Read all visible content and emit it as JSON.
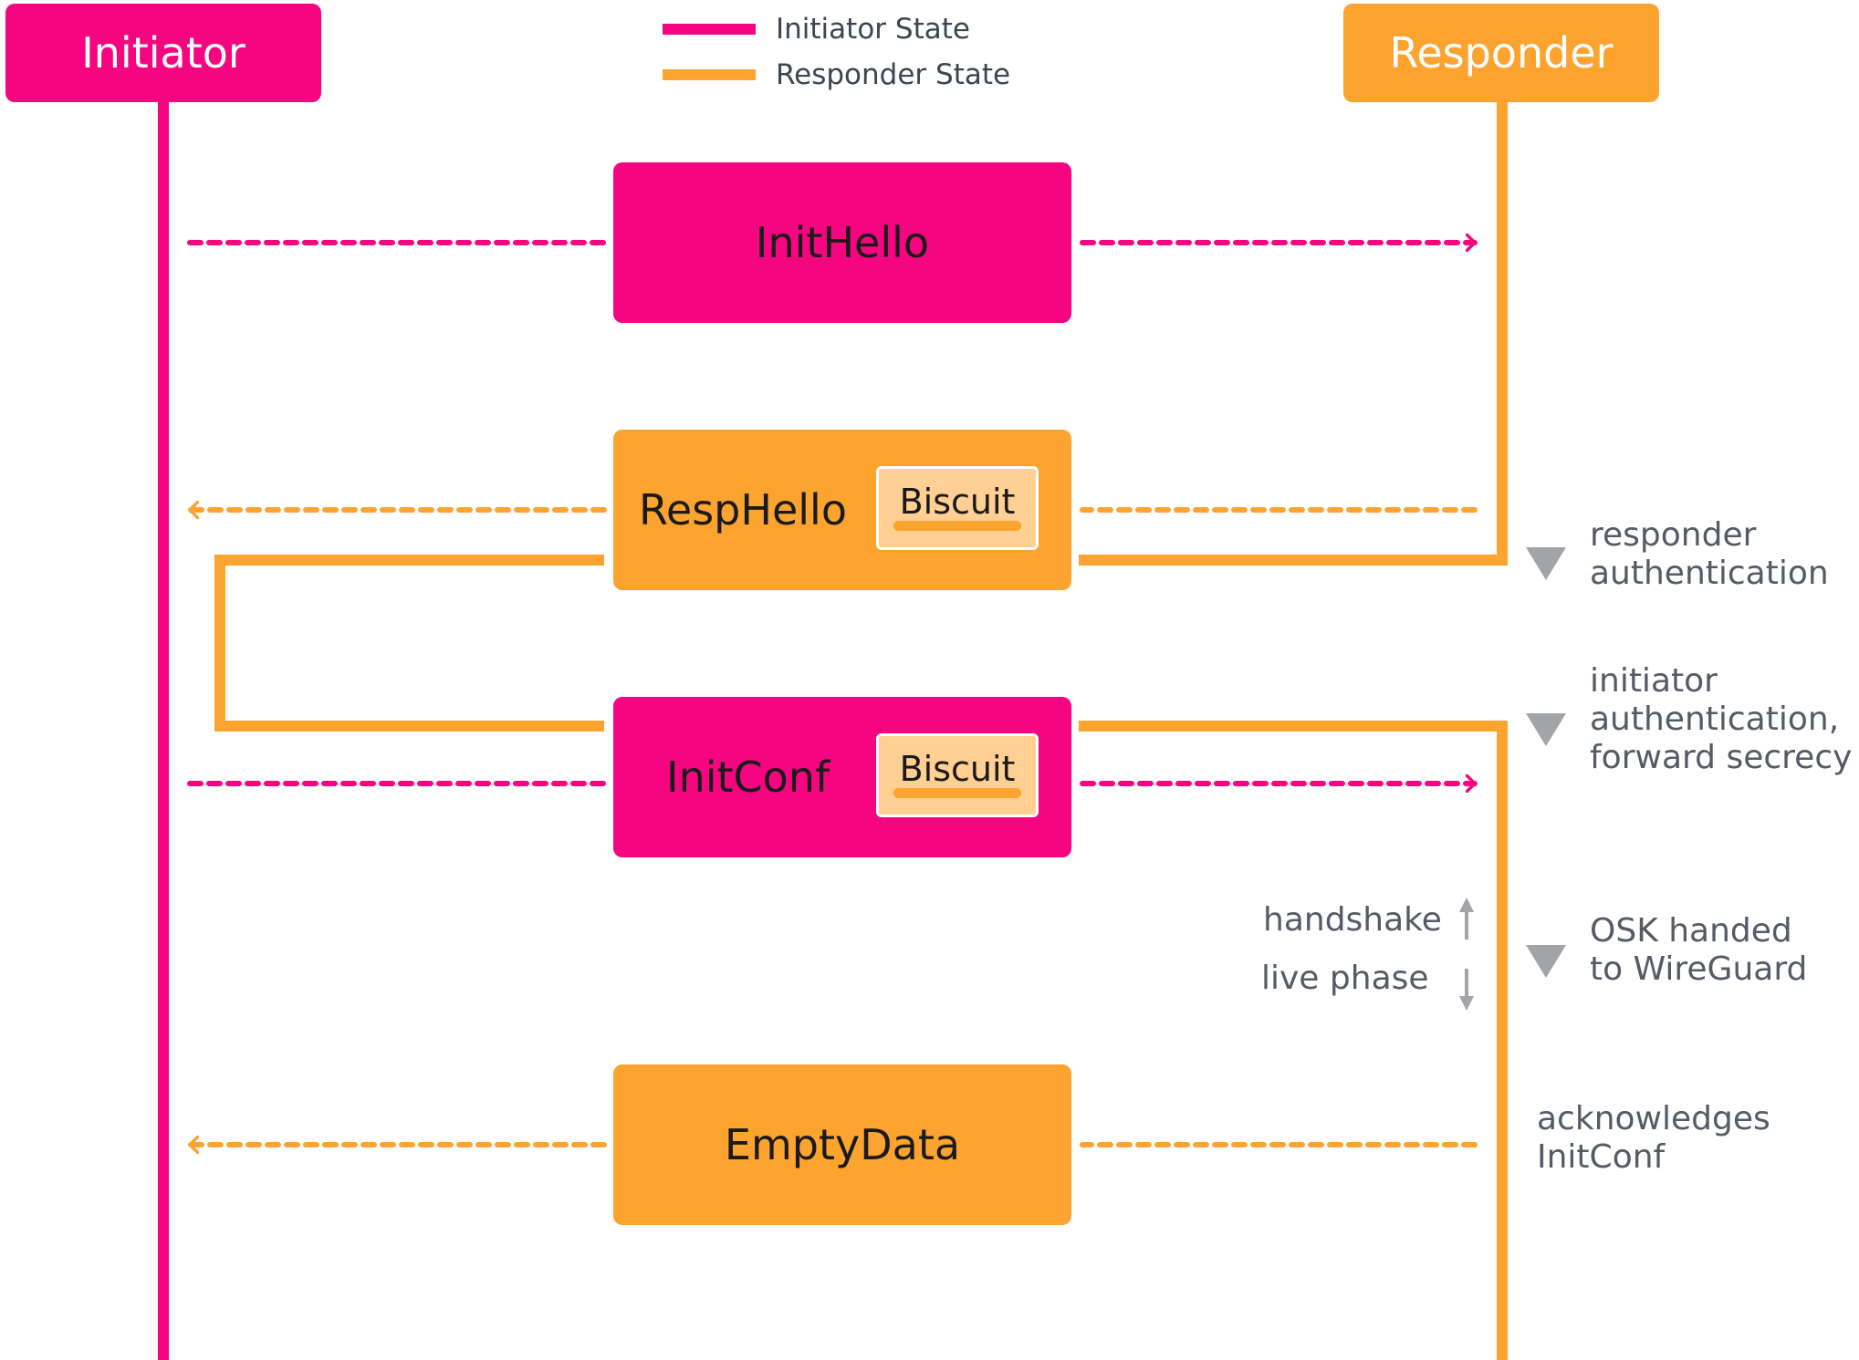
{
  "actors": {
    "initiator": "Initiator",
    "responder": "Responder"
  },
  "legend": {
    "initiator_state": "Initiator State",
    "responder_state": "Responder State"
  },
  "messages": {
    "init_hello": "InitHello",
    "resp_hello": "RespHello",
    "init_conf": "InitConf",
    "empty_data": "EmptyData",
    "biscuit": "Biscuit"
  },
  "notes": {
    "responder_auth": [
      "responder",
      "authentication"
    ],
    "initiator_auth": [
      "initiator",
      "authentication,",
      "forward secrecy"
    ],
    "osk": [
      "OSK handed",
      "to WireGuard"
    ],
    "ack": [
      "acknowledges",
      "InitConf"
    ]
  },
  "phases": {
    "handshake": "handshake",
    "live": "live phase"
  },
  "colors": {
    "initiator": "#F5057F",
    "responder": "#FCA330",
    "biscuit_fill": "#FFCF93",
    "note_text": "#565a66",
    "marker": "#a3a4a8"
  }
}
